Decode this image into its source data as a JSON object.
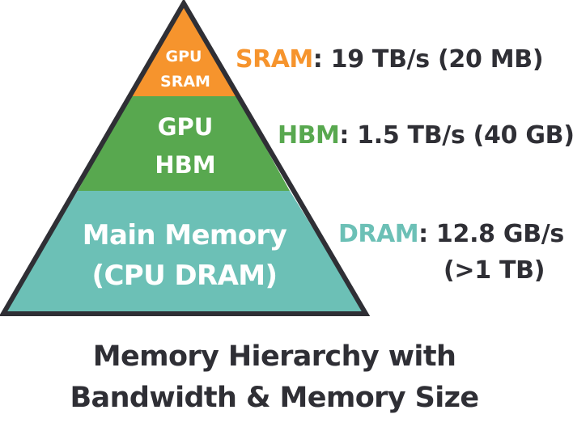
{
  "colors": {
    "sram": "#f6942d",
    "hbm": "#58a84f",
    "dram": "#6cc0b6",
    "outline": "#2f2f35",
    "text": "#2f2f35",
    "tier_text": "#ffffff"
  },
  "pyramid": {
    "tiers": [
      {
        "id": "sram",
        "lines": [
          "GPU",
          "SRAM"
        ]
      },
      {
        "id": "hbm",
        "lines": [
          "GPU",
          "HBM"
        ]
      },
      {
        "id": "dram",
        "lines": [
          "Main Memory",
          "(CPU DRAM)"
        ]
      }
    ]
  },
  "specs": {
    "sram": {
      "key": "SRAM",
      "value": ": 19 TB/s (20 MB)"
    },
    "hbm": {
      "key": "HBM",
      "value": ": 1.5 TB/s (40 GB)"
    },
    "dram": {
      "key": "DRAM",
      "value": ": 12.8 GB/s",
      "extra": "(>1 TB)"
    }
  },
  "caption": {
    "line1": "Memory Hierarchy with",
    "line2": "Bandwidth & Memory Size"
  }
}
